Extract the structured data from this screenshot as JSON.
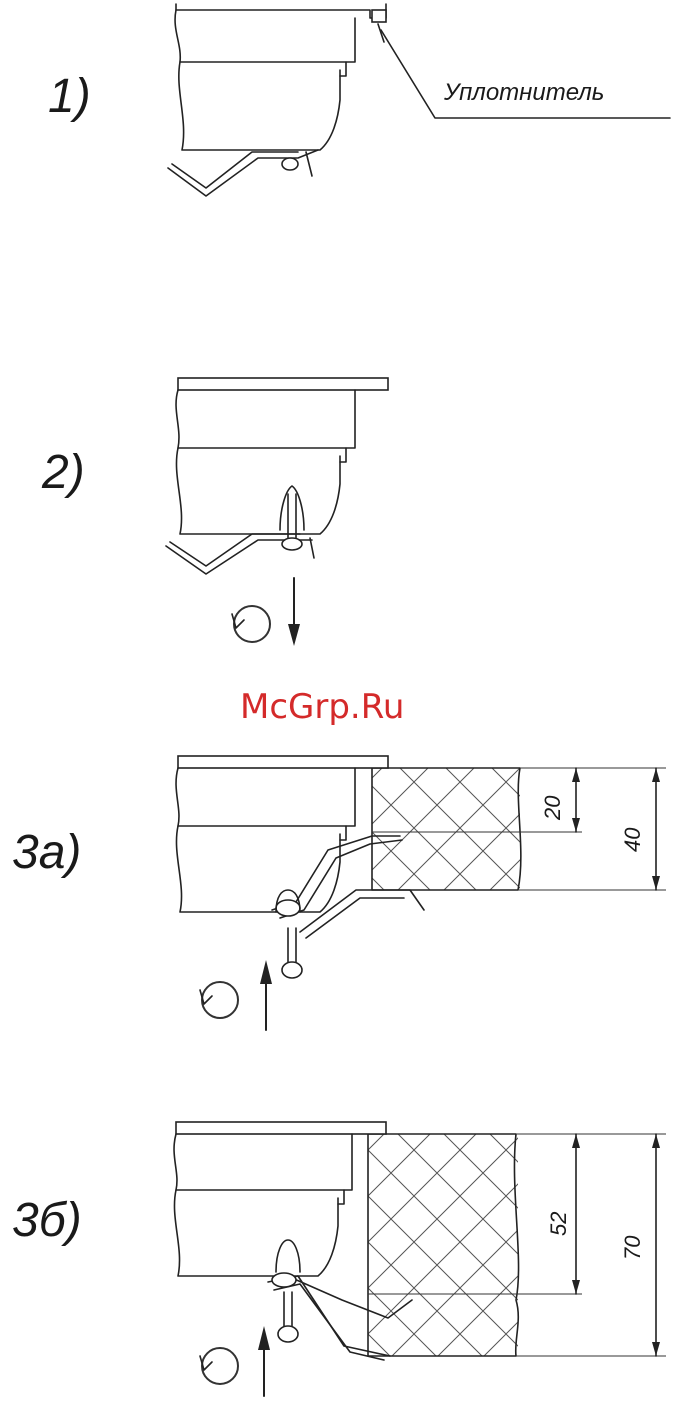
{
  "steps": [
    {
      "label": "1)"
    },
    {
      "label": "2)"
    },
    {
      "label": "3а)"
    },
    {
      "label": "3б)"
    }
  ],
  "callout": {
    "seal": "Уплотнитель"
  },
  "dimensions": {
    "step3a": {
      "inner": "20",
      "outer": "40"
    },
    "step3b": {
      "inner": "52",
      "outer": "70"
    }
  },
  "watermark": "McGrp.Ru"
}
